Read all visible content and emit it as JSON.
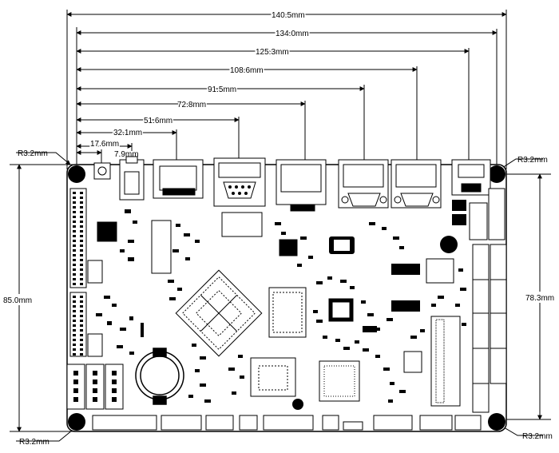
{
  "dimensions": {
    "horizontal": [
      "140.5mm",
      "134.0mm",
      "125.3mm",
      "108.6mm",
      "91.5mm",
      "72.8mm",
      "51.6mm",
      "32.1mm",
      "17.6mm",
      "7.9mm"
    ],
    "board_height": "85.0mm",
    "hole_span_height": "78.3mm"
  },
  "corner_radius": {
    "top_left": "R3.2mm",
    "top_right": "R3.2mm",
    "bottom_left": "R3.2mm",
    "bottom_right": "R3.2mm"
  }
}
